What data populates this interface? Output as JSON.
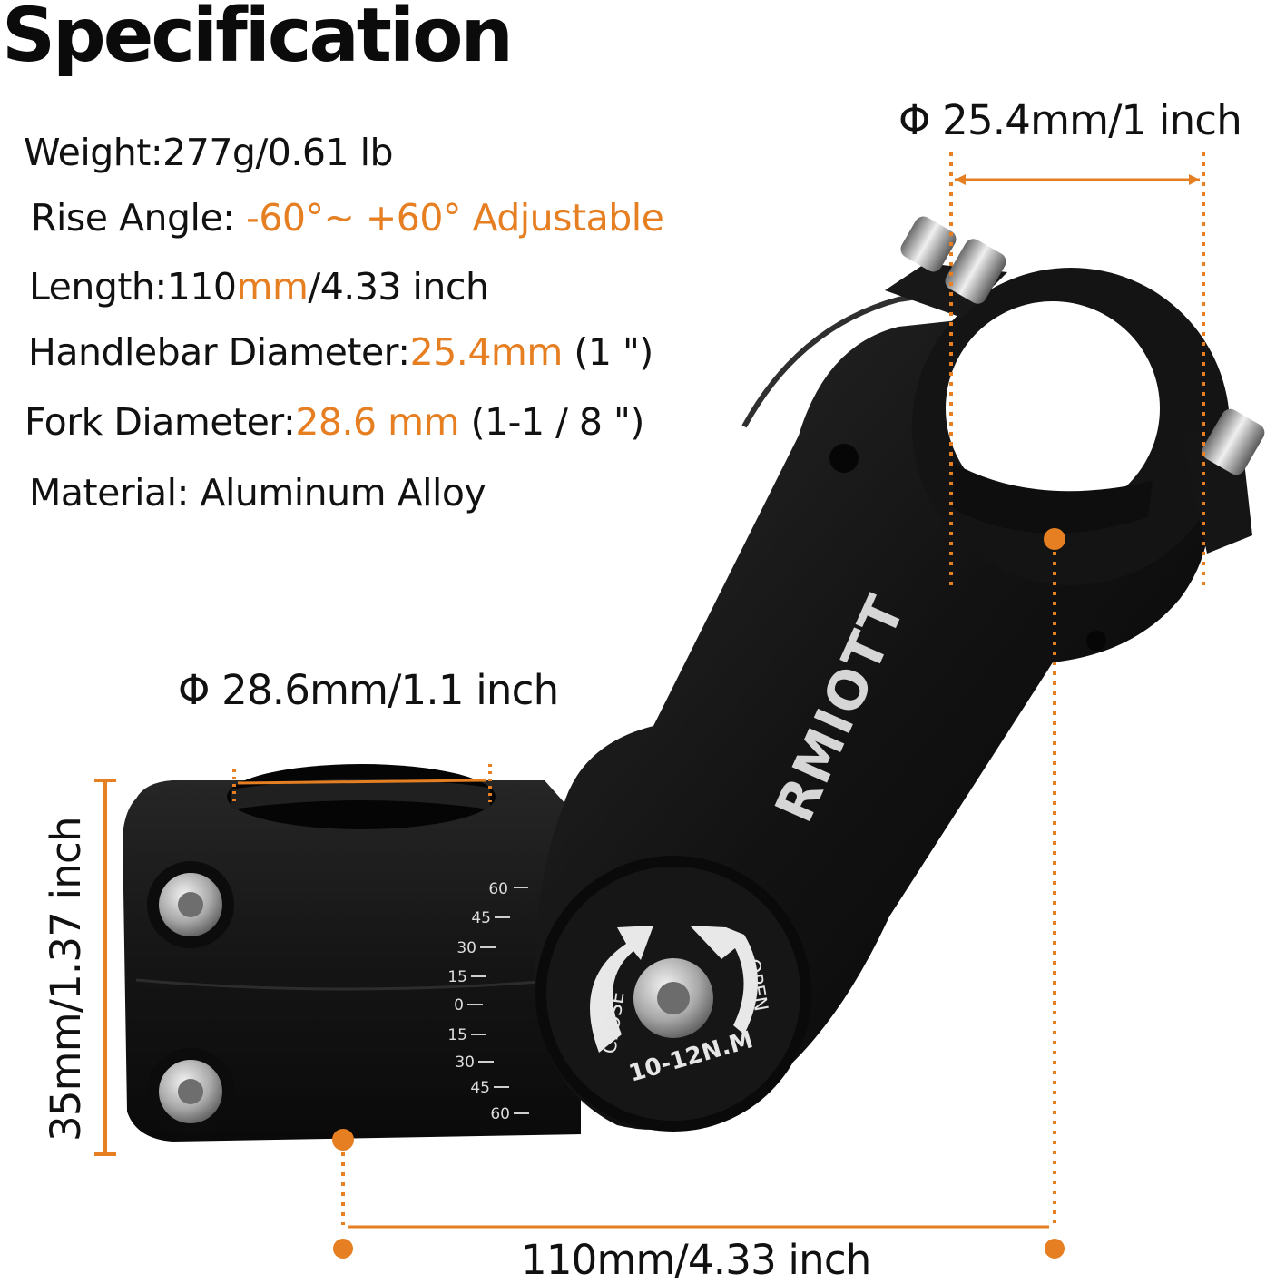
{
  "title": "Specification",
  "specs": {
    "weight": {
      "label": "Weight:",
      "value": "277g/0.61 lb"
    },
    "rise_angle": {
      "label": "Rise Angle: ",
      "value": "-60°~ +60° Adjustable"
    },
    "length": {
      "label": "Length:",
      "value_a": "110",
      "value_b": "mm",
      "value_c": "/4.33 inch"
    },
    "handlebar": {
      "label": "Handlebar Diameter:",
      "value": "25.4mm",
      "note": " (1 \")"
    },
    "fork": {
      "label": "Fork Diameter:",
      "value": "28.6 mm",
      "note": " (1-1 / 8 \")"
    },
    "material": {
      "label": "Material: Aluminum Alloy"
    }
  },
  "dimensions": {
    "handlebar_clamp": "Φ 25.4mm/1 inch",
    "steerer_clamp": "Φ 28.6mm/1.1 inch",
    "height": "35mm/1.37 inch",
    "length": "110mm/4.33 inch"
  },
  "product": {
    "brand": "RMIOTT",
    "torque": "10-12N.M",
    "close_label": "CLOSE",
    "open_label": "OPEN",
    "scale_ticks": [
      "60",
      "45",
      "30",
      "15",
      "0",
      "15",
      "30",
      "45",
      "60"
    ]
  },
  "colors": {
    "accent": "#e67e22",
    "text": "#111111",
    "product": "#1a1a1a"
  }
}
